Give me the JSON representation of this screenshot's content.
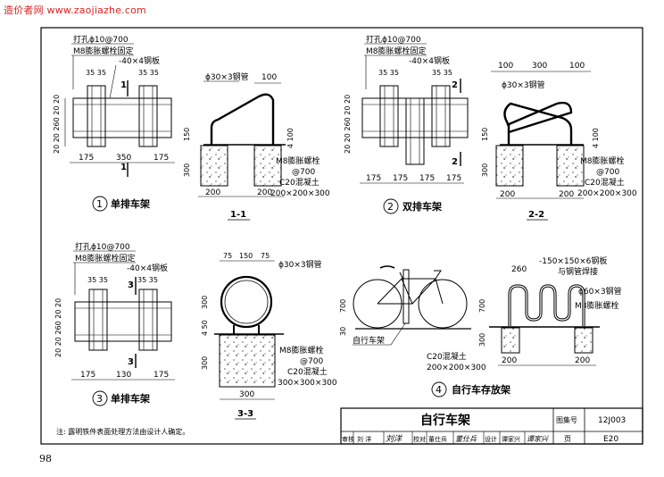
{
  "watermark": "造价者网 www.zaojiazhe.com",
  "page_number": "98",
  "note": "注: 露明铁件表面处理方法由设计人确定。",
  "title_block": {
    "title": "自行车架",
    "atlas_label": "图集号",
    "atlas_no": "12J003",
    "page_label": "页",
    "page_no": "E20",
    "review_label": "审核",
    "review_name": "刘 洋",
    "check_label": "校对",
    "check_name": "董仕兵",
    "design_label": "设计",
    "design_name": "谭家兴",
    "review_sig": "刘洋",
    "check_sig": "董仕兵",
    "design_sig": "谭家兴"
  },
  "detail1": {
    "label": "单排车架",
    "no": "1",
    "ann_hole": "打孔ϕ10@700",
    "ann_bolt": "M8膨胀螺栓固定",
    "ann_plate": "-40×4钢板",
    "dim_3535a": "35 35",
    "dim_3535b": "35 35",
    "dim_left": "20 20 260 20 20",
    "dim_175a": "175",
    "dim_350": "350",
    "dim_175b": "175",
    "sec_mark": "1"
  },
  "section11": {
    "label": "1-1",
    "pipe": "ϕ30×3钢管",
    "dim_100": "100",
    "dim_150": "150",
    "dim_4100": "4 100",
    "dim_300": "300",
    "bolt": "M8膨胀螺栓",
    "spacing": "@700",
    "concrete": "C20混凝土",
    "size": "200×200×300",
    "dim_200a": "200",
    "dim_200b": "200"
  },
  "detail2": {
    "label": "双排车架",
    "no": "2",
    "ann_hole": "打孔ϕ10@700",
    "ann_bolt": "M8膨胀螺栓固定",
    "ann_plate": "-40×4钢板",
    "dim_3535a": "35 35",
    "dim_3535b": "35 35",
    "dim_left": "20 20 260 20 20",
    "dims_bottom": [
      "175",
      "175",
      "175",
      "175"
    ],
    "sec_mark": "2"
  },
  "section22": {
    "label": "2-2",
    "top_dims": [
      "100",
      "300",
      "100"
    ],
    "pipe": "ϕ30×3钢管",
    "dim_150": "150",
    "dim_4100": "4 100",
    "dim_300": "300",
    "bolt": "M8膨胀螺栓",
    "spacing": "@700",
    "concrete": "C20混凝土",
    "size": "200×200×300",
    "dim_200a": "200",
    "dim_200b": "200"
  },
  "detail3": {
    "label": "单排车架",
    "no": "3",
    "ann_hole": "打孔ϕ10@700",
    "ann_bolt": "M8膨胀螺栓固定",
    "ann_plate": "-40×4钢板",
    "dim_3535a": "35 35",
    "dim_3535b": "35 35",
    "dim_left": "20 20 260 20 20",
    "dim_175a": "175",
    "dim_130": "130",
    "dim_175b": "175",
    "sec_mark": "3"
  },
  "section33": {
    "label": "3-3",
    "top_dims": [
      "75",
      "150",
      "75"
    ],
    "pipe": "ϕ30×3钢管",
    "dim_300": "300",
    "dim_450": "4 50",
    "dim_300b": "300",
    "bolt": "M8膨胀螺栓",
    "spacing": "@700",
    "concrete": "C20混凝土",
    "size": "300×300×300",
    "dim_300c": "300"
  },
  "detail4": {
    "label": "自行车存放架",
    "no": "4",
    "dim_700a": "700",
    "dim_30a": "30",
    "rack_label": "自行车架",
    "concrete": "C20混凝土",
    "size": "200×200×300",
    "dim_260": "260",
    "plate": "-150×150×6钢板",
    "weld": "与钢管焊接",
    "pipe": "ϕ60×3钢管",
    "bolt": "M8膨胀螺栓",
    "dim_700b": "700",
    "dim_300": "300",
    "dim_200a": "200",
    "dim_200b": "200"
  }
}
